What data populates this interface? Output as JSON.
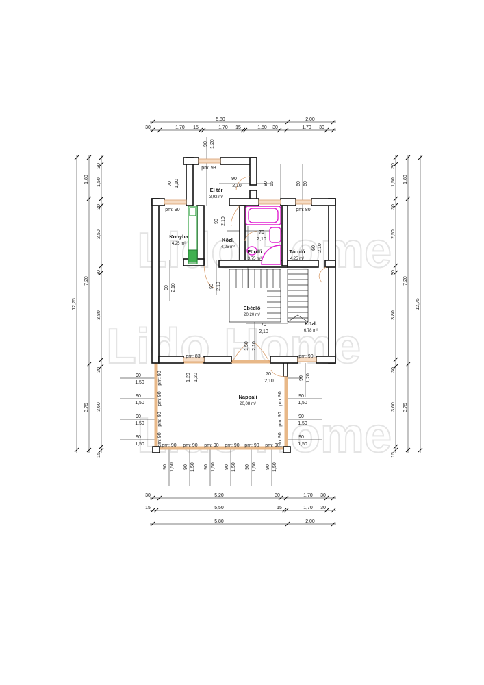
{
  "watermark": "Lido Home",
  "rooms": [
    {
      "name": "El tér",
      "area": "3,92 m²"
    },
    {
      "name": "Konyha",
      "area": "4,25 m²"
    },
    {
      "name": "Közl.",
      "area": "4,25 m²"
    },
    {
      "name": "Fürdő",
      "area": "3,75 m²"
    },
    {
      "name": "Tároló",
      "area": "4,25 m²"
    },
    {
      "name": "Ebédlő",
      "area": "20,20 m²"
    },
    {
      "name": "Közl.",
      "area": "6,78 m²"
    },
    {
      "name": "Nappali",
      "area": "20,08 m²"
    }
  ],
  "dimensions": {
    "top_overall": [
      "5,80",
      "2,00"
    ],
    "top_detail": [
      "30",
      "1,70",
      "15",
      "1,70",
      "15",
      "1,50",
      "30",
      "1,70",
      "30"
    ],
    "left_overall": "12,75",
    "left_mid": [
      "1,80",
      "7,20",
      "3,75"
    ],
    "left_detail": [
      "30",
      "1,50",
      "30",
      "2,50",
      "30",
      "3,80",
      "30",
      "3,60",
      "15"
    ],
    "right_overall": "12,75",
    "right_mid": [
      "1,80",
      "7,20",
      "3,75"
    ],
    "right_detail": [
      "30",
      "1,50",
      "30",
      "2,50",
      "30",
      "3,80",
      "30",
      "3,60",
      "15"
    ],
    "bottom_1": [
      "30",
      "5,20",
      "30",
      "1,70",
      "30"
    ],
    "bottom_2": [
      "15",
      "5,50",
      "15",
      "1,70",
      "30"
    ],
    "bottom_3": [
      "5,80",
      "2,00"
    ]
  },
  "annotations": [
    "90",
    "1,20",
    "pm: 93",
    "90",
    "2,10",
    "70",
    "1,10",
    "80",
    "55",
    "60",
    "60",
    "pm: 90",
    "pm: 80",
    "90",
    "2,10",
    "70",
    "2,10",
    "60",
    "2,10",
    "90",
    "2,10",
    "90",
    "2,10",
    "70",
    "2,10",
    "1,50",
    "2,10",
    "pm: 83",
    "pm: 90",
    "1,20",
    "1,20",
    "90",
    "1,20",
    "70",
    "2,10",
    "90",
    "1,50",
    "pm: 90",
    "90",
    "1,50",
    "pm: 90",
    "90",
    "1,50",
    "pm: 90",
    "90",
    "1,50",
    "pm: 90",
    "90",
    "1,50",
    "pm: 90",
    "90",
    "1,50",
    "pm: 90",
    "90",
    "1,50",
    "pm: 90",
    "pm: 90",
    "pm: 90",
    "pm: 90",
    "pm: 90",
    "pm: 90",
    "pm: 90",
    "90",
    "1,50",
    "90",
    "1,50",
    "90",
    "1,50",
    "90",
    "1,50",
    "90",
    "1,50",
    "90",
    "1,50"
  ]
}
